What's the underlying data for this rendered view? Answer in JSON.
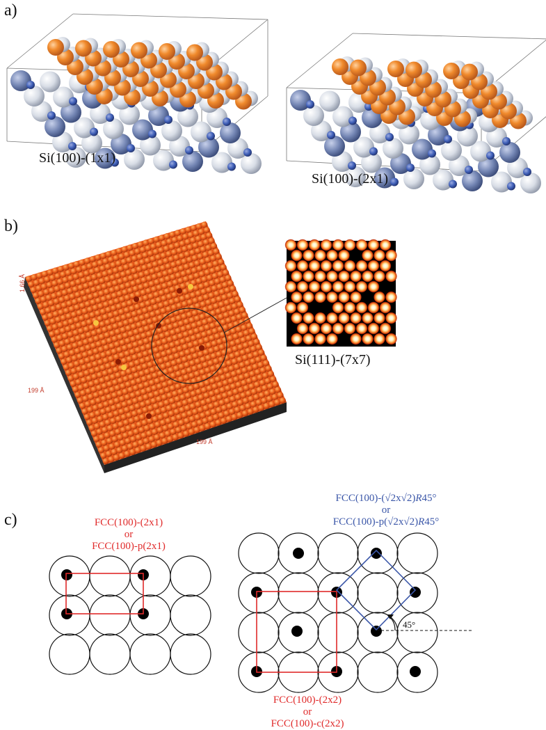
{
  "panel_a": {
    "letter": "a)",
    "left_caption": "Si(100)-(1x1)",
    "right_caption": "Si(100)-(2x1)"
  },
  "panel_b": {
    "letter": "b)",
    "axis_height": "1.66 Å",
    "axis_left": "199 Å",
    "axis_bottom": "199 Å",
    "inset_caption": "Si(111)-(7x7)"
  },
  "panel_c": {
    "letter": "c)",
    "left_top_line1": "FCC(100)-(2x1)",
    "left_top_line2": "or",
    "left_top_line3": "FCC(100)-p(2x1)",
    "right_top_line1_pre": "FCC(100)-(√2x√2)",
    "right_top_line1_r": "R",
    "right_top_line1_post": "45°",
    "right_top_line2": "or",
    "right_top_line3_pre": "FCC(100)-p(√2x√2)",
    "right_top_line3_r": "R",
    "right_top_line3_post": "45°",
    "angle_label": "45°",
    "right_bottom_line1": "FCC(100)-(2x2)",
    "right_bottom_line2": "or",
    "right_bottom_line3": "FCC(100)-c(2x2)"
  },
  "colors": {
    "adatom_orange": "#f08a2c",
    "si_light": "#d8dde6",
    "si_blue": "#7486b4",
    "stm_orange": "#e85a18",
    "red_cell": "#e02a2a",
    "blue_cell": "#3a56a8"
  }
}
